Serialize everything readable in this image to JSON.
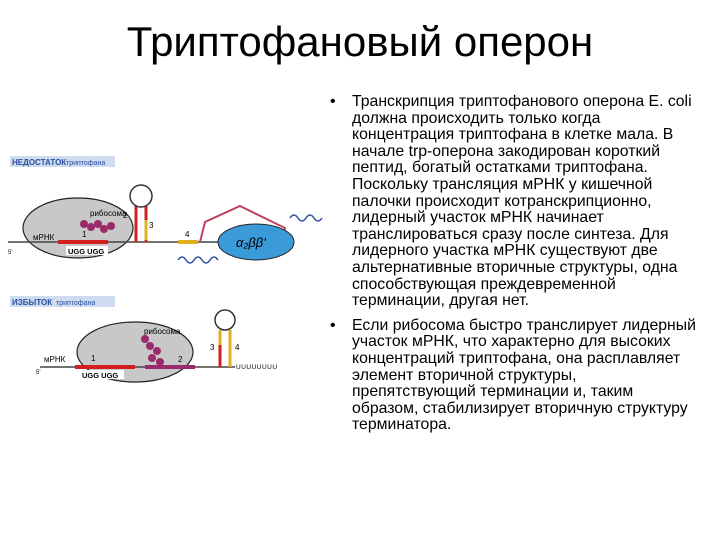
{
  "slide": {
    "title": "Триптофановый оперон",
    "bullets": [
      "Транскрипция триптофанового оперона E. coli должна происходить только когда концентрация триптофана в клетке мала. В начале trp-оперона закодирован короткий пептид, богатый остатками триптофана. Поскольку трансляция мРНК у кишечной палочки происходит котранскрипционно, лидерный участок мРНК начинает транслироваться сразу после синтеза. Для лидерного участка мРНК существуют две альтернативные вторичные структуры, одна способствующая преждевременной терминации, другая нет.",
      "Если рибосома быстро транслирует лидерный участок мРНК, что характерно для высоких концентраций триптофана, она расплавляет элемент вторичной структуры, препятствующий терминации и, таким образом, стабилизирует вторичную структуру терминатора."
    ]
  },
  "diagram": {
    "top": {
      "header_highlight": "НЕДОСТАТОК",
      "header_rest": "триптофана",
      "ribosome_label": "рибосома",
      "mrna_label": "мРНК",
      "codons": "UGG UGG",
      "num_1": "1",
      "num_2": "2",
      "num_3": "3",
      "num_4": "4",
      "enzyme_label": "α₂ββ'",
      "end_5": "5'"
    },
    "bottom": {
      "header_highlight": "ИЗБЫТОК",
      "header_rest": "триптофана",
      "ribosome_label": "рибосома",
      "mrna_label": "мРНК",
      "codons": "UGG UGG",
      "num_1": "1",
      "num_2": "2",
      "num_3": "3",
      "num_4": "4",
      "poly_u": "UUUUUUUU",
      "end_5": "5'"
    },
    "colors": {
      "header_bg": "#cfdcf0",
      "ribosome": "#c8c8c8",
      "rnap": "#3a9bd8",
      "loop": "#c0405a",
      "segment_red": "#d22020",
      "segment_yellow": "#e0b020",
      "bead": "#9a2a6a"
    }
  }
}
